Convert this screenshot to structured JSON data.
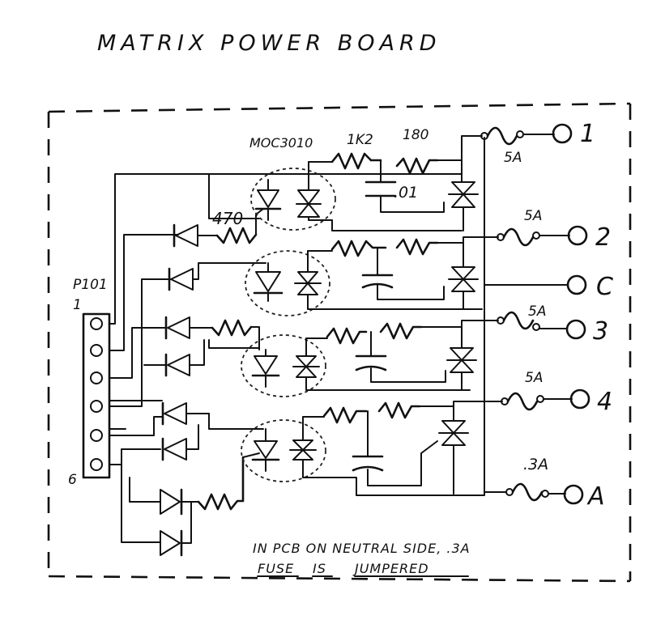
{
  "title": "MATRIX POWER BOARD",
  "connector": {
    "name": "P101",
    "pin_first": "1",
    "pin_last": "6"
  },
  "components": {
    "optocoupler": "MOC3010",
    "resistor_1k2": "1K2",
    "resistor_180": "180",
    "resistor_470": "470",
    "capacitor": ".01"
  },
  "outputs": [
    {
      "label": "1",
      "fuse": "5A"
    },
    {
      "label": "2",
      "fuse": "5A"
    },
    {
      "label": "C",
      "fuse": ""
    },
    {
      "label": "3",
      "fuse": "5A"
    },
    {
      "label": "4",
      "fuse": "5A"
    },
    {
      "label": "A",
      "fuse": ".3A"
    }
  ],
  "note": {
    "line1": "IN PCB ON NEUTRAL SIDE, .3A",
    "line2_a": "FUSE",
    "line2_b": "IS",
    "line2_c": "JUMPERED"
  }
}
